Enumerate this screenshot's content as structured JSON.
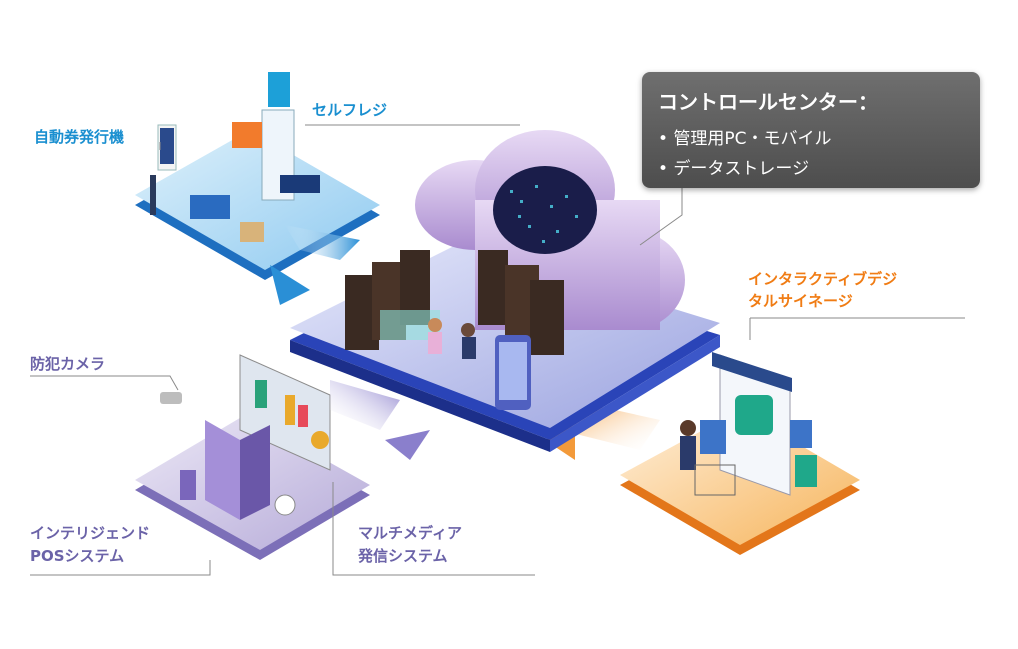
{
  "control_center": {
    "title": "コントロールセンター：",
    "items": [
      "• 管理用PC・モバイル",
      "• データストレージ"
    ]
  },
  "labels": {
    "ticket_machine": "自動券発行機",
    "self_register": "セルフレジ",
    "signage_line1": "インタラクティブデジ",
    "signage_line2": "タルサイネージ",
    "camera": "防犯カメラ",
    "pos_line1": "インテリジェンド",
    "pos_line2": "POSシステム",
    "multimedia_line1": "マルチメディア",
    "multimedia_line2": "発信システム"
  },
  "colors": {
    "blue_accent": "#1a8fd0",
    "purple_accent": "#6b63a8",
    "orange_accent": "#f07c14",
    "control_box": "#5a5a5a"
  }
}
